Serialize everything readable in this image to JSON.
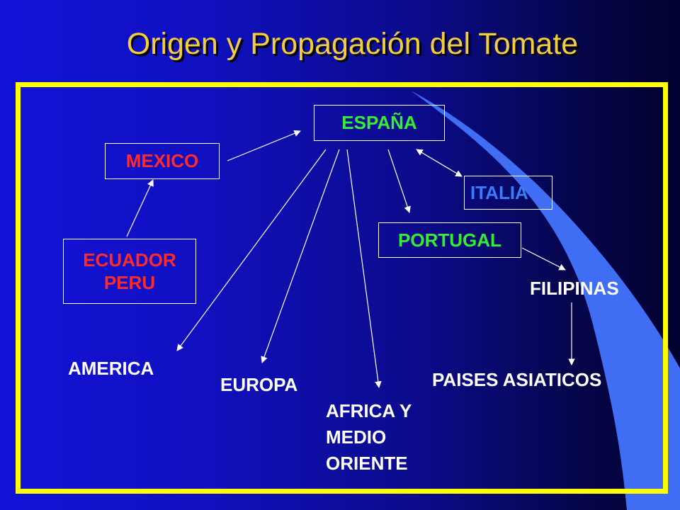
{
  "title": "Origen y Propagación del Tomate",
  "colors": {
    "title": "#f2cf3a",
    "frame": "#ffff00",
    "red_label": "#ff2a2a",
    "green_label": "#33ee33",
    "blue_label": "#3a7bff",
    "plain_label": "#ffffff",
    "swoosh": "#3f6ef5"
  },
  "nodes": {
    "espana": "ESPAÑA",
    "mexico": "MEXICO",
    "ecuador_peru": [
      "ECUADOR",
      "PERU"
    ],
    "italia": "ITALIA",
    "portugal": "PORTUGAL",
    "filipinas": "FILIPINAS",
    "america": "AMERICA",
    "europa": "EUROPA",
    "africa": [
      "AFRICA Y",
      "MEDIO",
      "ORIENTE"
    ],
    "paises_asiaticos": "PAISES ASIATICOS"
  },
  "edges": [
    {
      "from": "ECUADOR PERU",
      "to": "MEXICO"
    },
    {
      "from": "MEXICO",
      "to": "ESPAÑA"
    },
    {
      "from": "ESPAÑA",
      "to": "ITALIA",
      "bidirectional": true
    },
    {
      "from": "ESPAÑA",
      "to": "PORTUGAL"
    },
    {
      "from": "ESPAÑA",
      "to": "AMERICA"
    },
    {
      "from": "ESPAÑA",
      "to": "EUROPA"
    },
    {
      "from": "ESPAÑA",
      "to": "AFRICA Y MEDIO ORIENTE"
    },
    {
      "from": "PORTUGAL",
      "to": "FILIPINAS"
    },
    {
      "from": "FILIPINAS",
      "to": "PAISES ASIATICOS"
    }
  ]
}
